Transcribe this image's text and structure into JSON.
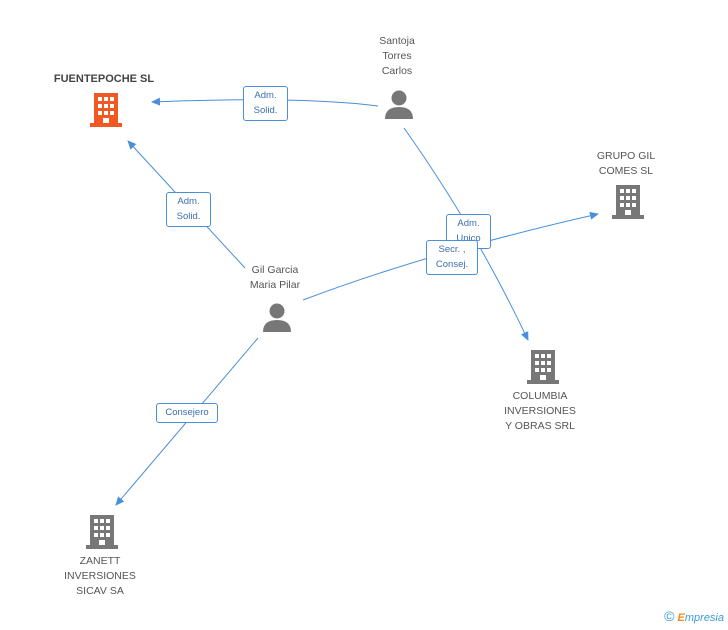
{
  "nodes": {
    "fuentepoche": {
      "label": "FUENTEPOCHE SL",
      "type": "company",
      "color": "#f05a22"
    },
    "santoja": {
      "label": "Santoja\nTorres\nCarlos",
      "type": "person",
      "color": "#777777"
    },
    "gil_garcia": {
      "label": "Gil Garcia\nMaria Pilar",
      "type": "person",
      "color": "#777777"
    },
    "grupo_gil": {
      "label": "GRUPO GIL\nCOMES SL",
      "type": "company",
      "color": "#777777"
    },
    "columbia": {
      "label": "COLUMBIA\nINVERSIONES\nY OBRAS SRL",
      "type": "company",
      "color": "#777777"
    },
    "zanett": {
      "label": "ZANETT\nINVERSIONES\nSICAV SA",
      "type": "company",
      "color": "#777777"
    }
  },
  "relations": {
    "santoja_fuentepoche": "Adm.\nSolid.",
    "gil_fuentepoche": "Adm.\nSolid.",
    "santoja_columbia": "Adm.\nUnico",
    "gil_grupo": "Secr. ,\nConsej.",
    "gil_zanett": "Consejero"
  },
  "edge_color": "#4a8fd9",
  "credit": {
    "symbol": "©",
    "brand_first": "E",
    "brand_rest": "mpresia"
  }
}
